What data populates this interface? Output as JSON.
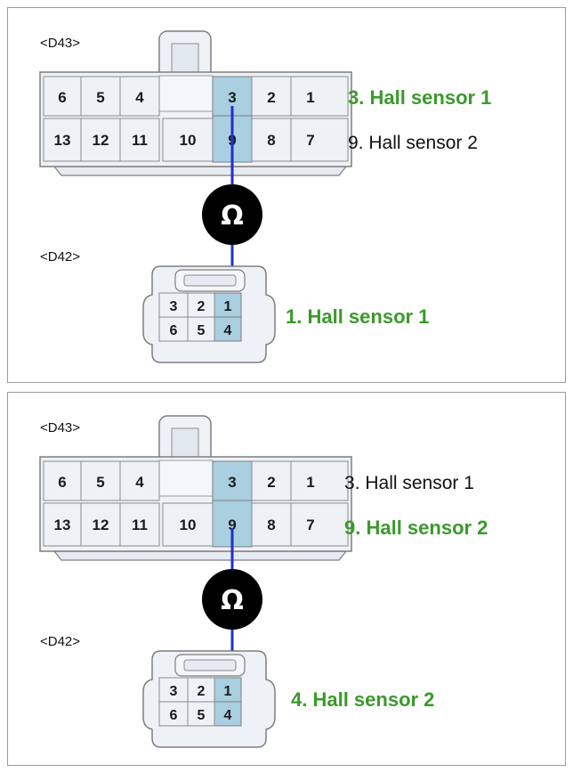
{
  "colors": {
    "highlight_text": "#3a9a2a",
    "wire": "#1f2fd0",
    "pin_highlight": "#a9cfe0",
    "connector_fill": "#eef2f7",
    "connector_stroke": "#7e7e7e",
    "meter": "#000000"
  },
  "icons": {
    "meter": "ohm-meter-icon"
  },
  "meter_symbol": "Ω",
  "panels": [
    {
      "d43_label": "<D43>",
      "d42_label": "<D42>",
      "d43_pins_top": [
        "6",
        "5",
        "4",
        "3",
        "2",
        "1"
      ],
      "d43_pins_bottom": [
        "13",
        "12",
        "11",
        "10",
        "9",
        "8",
        "7"
      ],
      "d42_pins_top": [
        "3",
        "2",
        "1"
      ],
      "d42_pins_bottom": [
        "6",
        "5",
        "4"
      ],
      "label_pin3": "3. Hall sensor 1",
      "label_pin9": "9. Hall sensor 2",
      "label_d42": "1. Hall sensor 1"
    },
    {
      "d43_label": "<D43>",
      "d42_label": "<D42>",
      "d43_pins_top": [
        "6",
        "5",
        "4",
        "3",
        "2",
        "1"
      ],
      "d43_pins_bottom": [
        "13",
        "12",
        "11",
        "10",
        "9",
        "8",
        "7"
      ],
      "d42_pins_top": [
        "3",
        "2",
        "1"
      ],
      "d42_pins_bottom": [
        "6",
        "5",
        "4"
      ],
      "label_pin3": "3. Hall sensor 1",
      "label_pin9": "9. Hall sensor 2",
      "label_d42": "4. Hall sensor 2"
    }
  ]
}
